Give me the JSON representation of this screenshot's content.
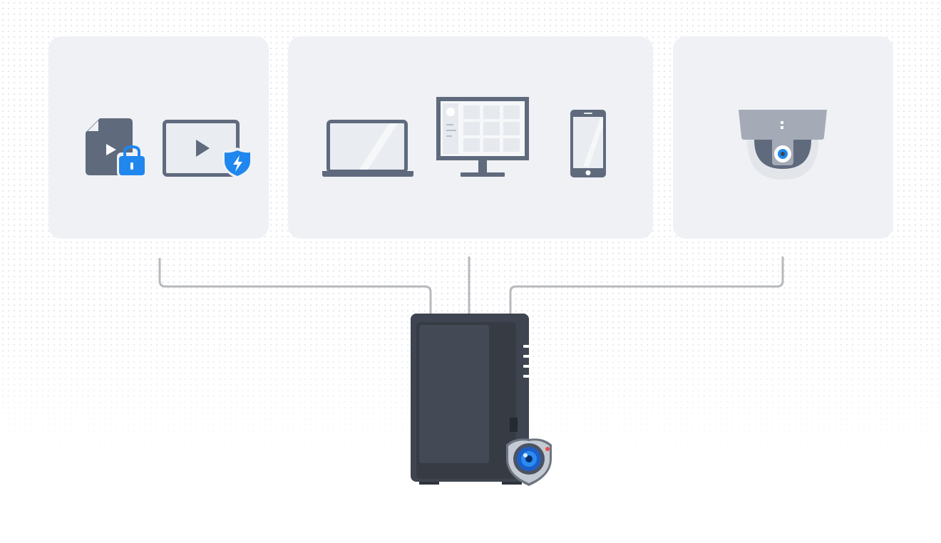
{
  "colors": {
    "background": "#ffffff",
    "panel": "#eff1f5",
    "device_gray": "#5f6a7d",
    "screen_fill": "#e9ecf1",
    "accent_blue": "#1f87ee",
    "connector": "#b7b9bd",
    "nas_body": "#3f4550",
    "camera_housing": "#a4abb6"
  },
  "panels": [
    {
      "id": "media-security",
      "icons": [
        "locked-video-file-icon",
        "protected-video-player-icon"
      ]
    },
    {
      "id": "client-devices",
      "icons": [
        "laptop-icon",
        "desktop-monitor-icon",
        "smartphone-icon"
      ]
    },
    {
      "id": "surveillance",
      "icons": [
        "dome-camera-icon"
      ]
    }
  ],
  "hub": {
    "device": "nas-icon",
    "badge": "surveillance-badge-icon"
  }
}
